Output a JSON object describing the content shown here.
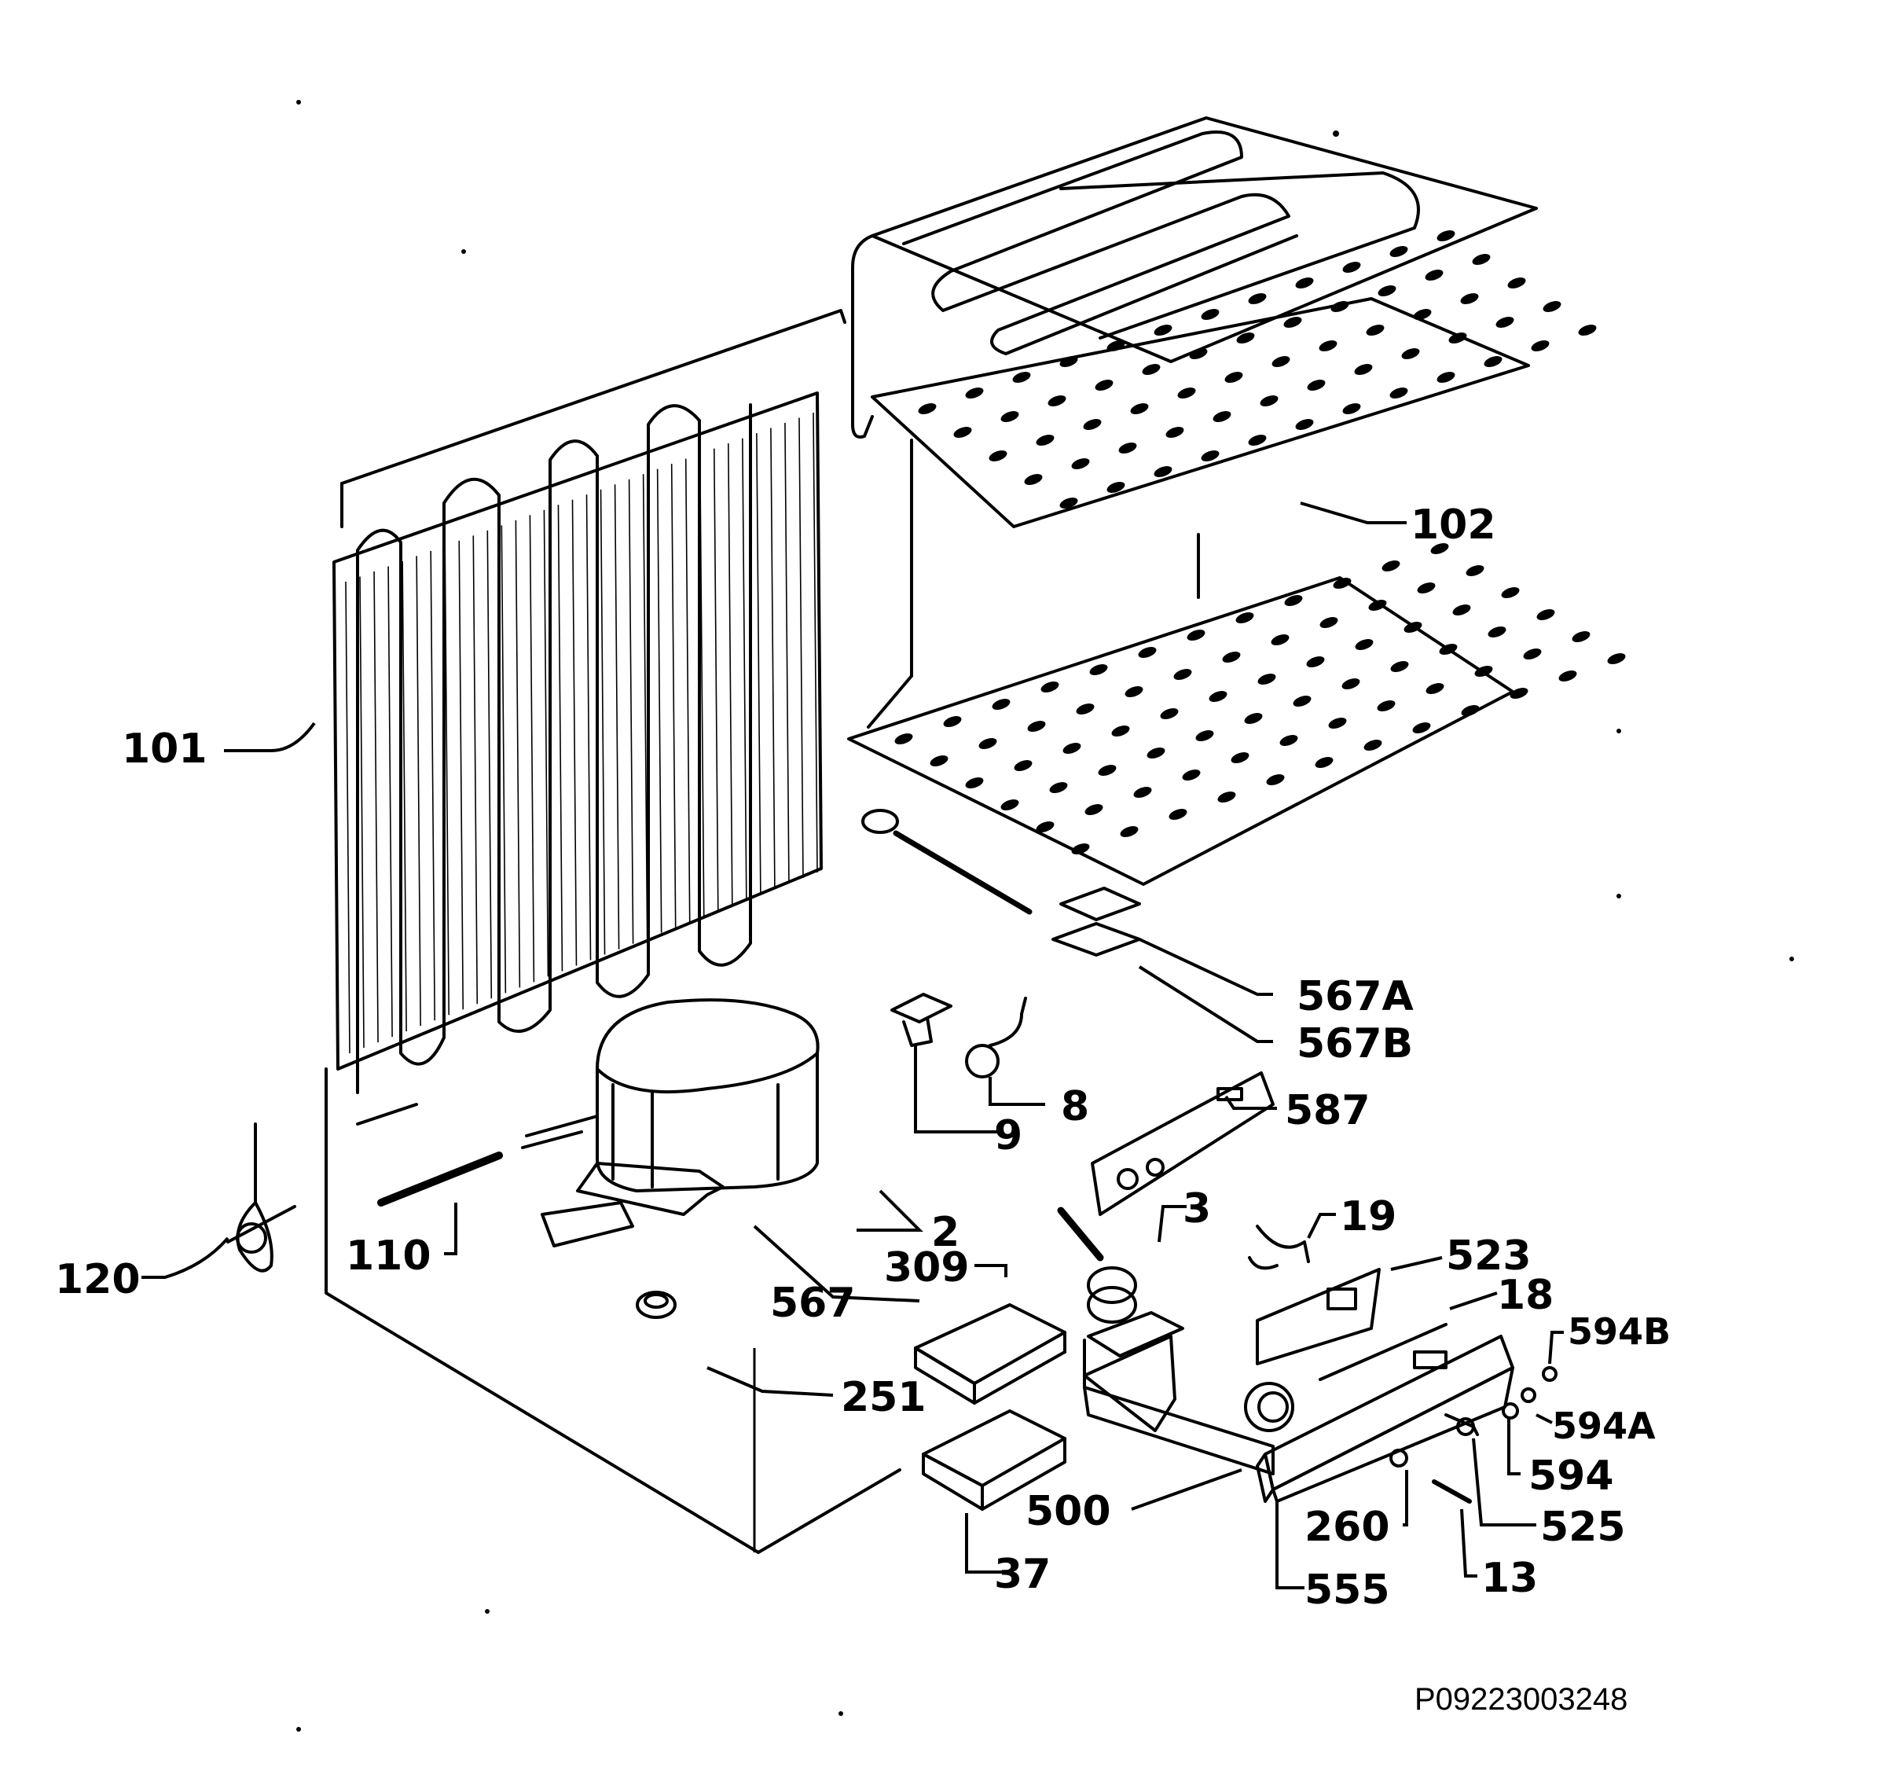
{
  "diagram": {
    "document_id": "P09223003248",
    "callouts": {
      "c101": "101",
      "c102": "102",
      "c110": "110",
      "c120": "120",
      "c2": "2",
      "c567": "567",
      "c251": "251",
      "c309": "309",
      "c37": "37",
      "c9": "9",
      "c8": "8",
      "c567a": "567A",
      "c567b": "567B",
      "c587": "587",
      "c3": "3",
      "c19": "19",
      "c523": "523",
      "c18": "18",
      "c594b": "594B",
      "c594a": "594A",
      "c594": "594",
      "c500": "500",
      "c260": "260",
      "c525": "525",
      "c555": "555",
      "c13": "13"
    }
  }
}
